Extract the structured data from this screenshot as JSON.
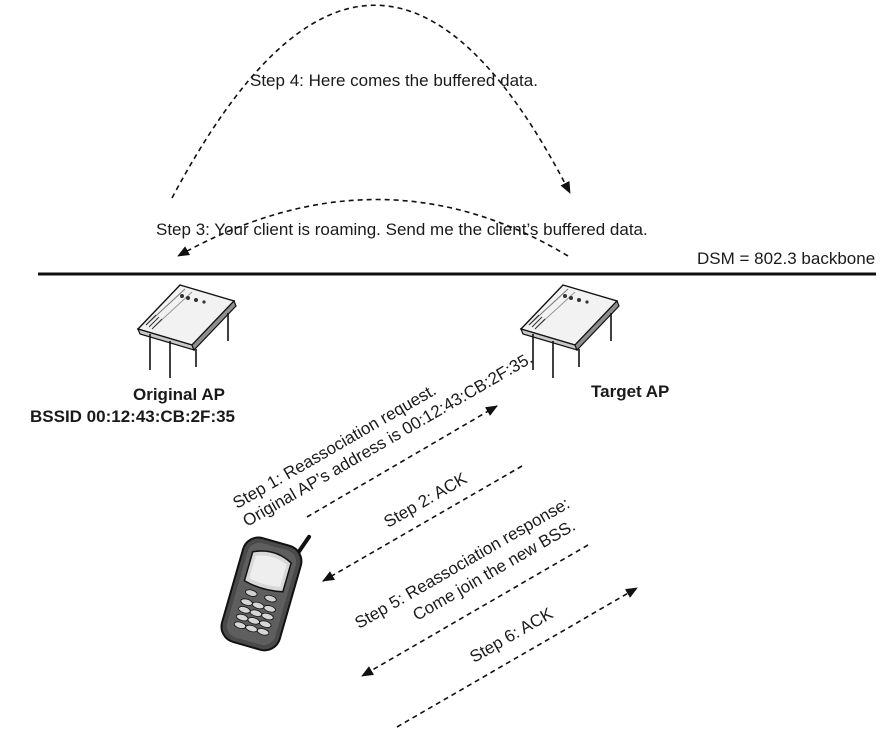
{
  "step4": "Step 4: Here comes the buffered data.",
  "step3": "Step 3: Your client is roaming. Send me the client’s buffered data.",
  "dsm": "DSM = 802.3 backbone",
  "original_ap": {
    "name": "Original AP",
    "bssid": "BSSID 00:12:43:CB:2F:35"
  },
  "target_ap": {
    "name": "Target AP"
  },
  "step1": {
    "line1": "Step 1: Reassociation request.",
    "line2": "Original AP’s address is 00:12:43:CB:2F:35."
  },
  "step2": "Step 2: ACK",
  "step5": {
    "line1": "Step 5: Reassociation response:",
    "line2": "Come join the new BSS."
  },
  "step6": "Step 6: ACK"
}
